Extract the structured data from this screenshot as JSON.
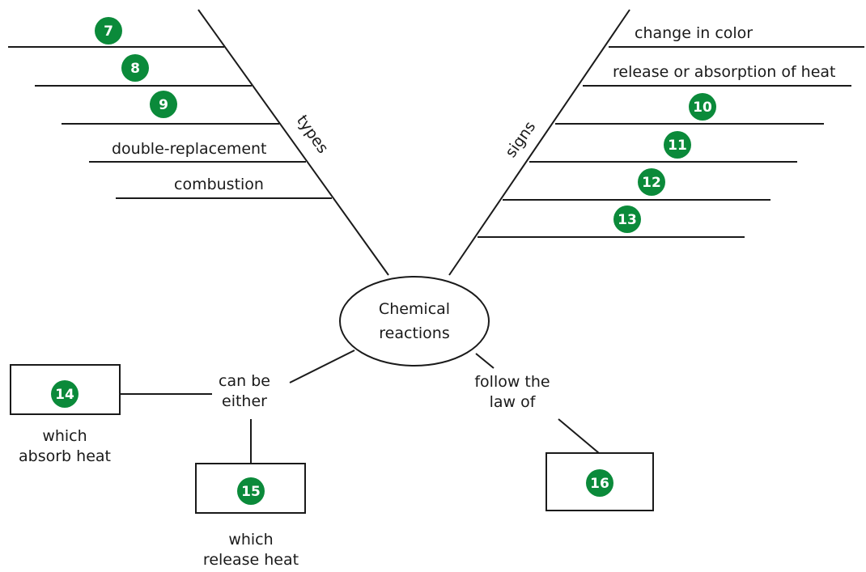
{
  "center": {
    "line1": "Chemical",
    "line2": "reactions"
  },
  "types": {
    "label": "types",
    "badges": [
      "7",
      "8",
      "9"
    ],
    "items": [
      "double-replacement",
      "combustion"
    ]
  },
  "signs": {
    "label": "signs",
    "items": [
      "change in color",
      "release or absorption of heat"
    ],
    "badges": [
      "10",
      "11",
      "12",
      "13"
    ]
  },
  "can_be": {
    "connector_line1": "can be",
    "connector_line2": "either",
    "box14": {
      "badge": "14",
      "caption_line1": "which",
      "caption_line2": "absorb heat"
    },
    "box15": {
      "badge": "15",
      "caption_line1": "which",
      "caption_line2": "release heat"
    }
  },
  "follow": {
    "connector_line1": "follow the",
    "connector_line2": "law of",
    "box16": {
      "badge": "16"
    }
  },
  "colors": {
    "badge": "#0b8a3a",
    "line": "#1a1a1a",
    "text": "#1a1a1a"
  }
}
